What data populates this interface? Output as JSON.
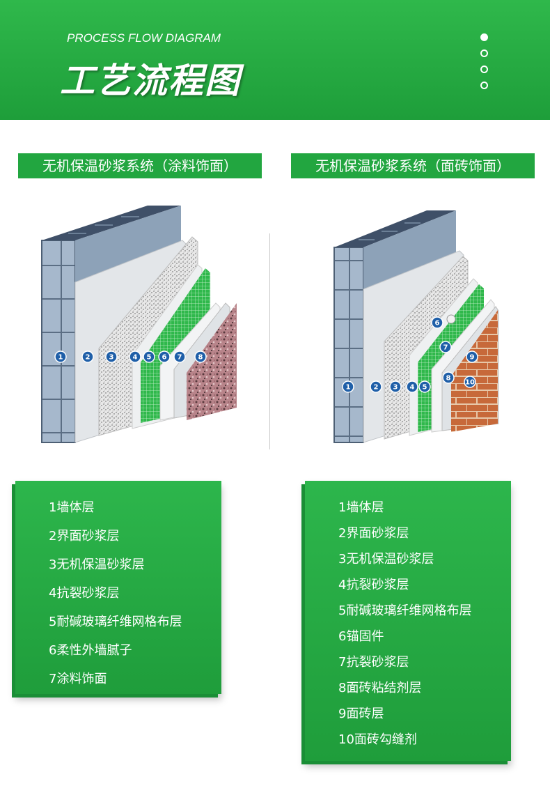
{
  "header": {
    "subtitle": "PROCESS FLOW DIAGRAM",
    "title": "工艺流程图",
    "dots": [
      true,
      false,
      false,
      false
    ]
  },
  "left": {
    "title": "无机保温砂浆系统（涂料饰面）",
    "badges": [
      "1",
      "2",
      "3",
      "4",
      "5",
      "6",
      "7",
      "8"
    ],
    "legend": [
      "1墙体层",
      "2界面砂浆层",
      "3无机保温砂浆层",
      "4抗裂砂浆层",
      "5耐碱玻璃纤维网格布层",
      "6柔性外墙腻子",
      "7涂料饰面"
    ]
  },
  "right": {
    "title": "无机保温砂浆系统（面砖饰面）",
    "badges": [
      "1",
      "2",
      "3",
      "4",
      "5",
      "6",
      "7",
      "8",
      "9",
      "10"
    ],
    "legend": [
      "1墙体层",
      "2界面砂浆层",
      "3无机保温砂浆层",
      "4抗裂砂浆层",
      "5耐碱玻璃纤维网格布层",
      "6锚固件",
      "7抗裂砂浆层",
      "8面砖粘结剂层",
      "9面砖层",
      "10面砖勾缝剂"
    ]
  },
  "colors": {
    "green": "#22a640",
    "block": "#9fb3c8",
    "badge": "#1f5fa8"
  }
}
